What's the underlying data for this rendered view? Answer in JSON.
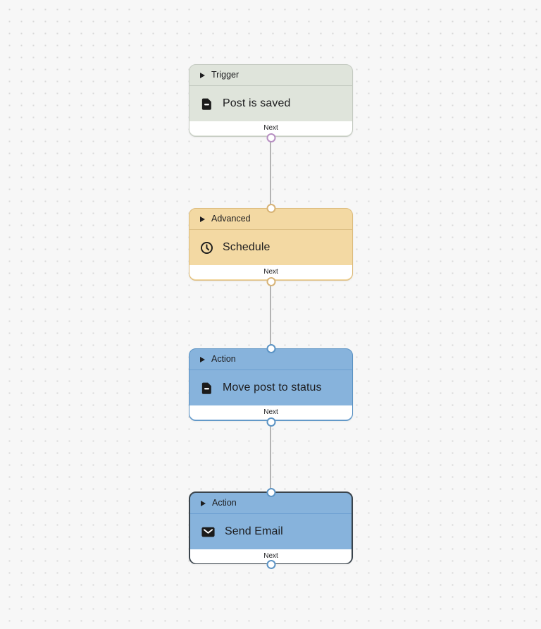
{
  "canvas": {
    "background": "#f7f7f7",
    "dot_color": "#d9d9d9",
    "edge_color": "#b3b3b3"
  },
  "nodes": [
    {
      "category": "Trigger",
      "label": "Post is saved",
      "icon": "document-icon",
      "footer_label": "Next",
      "selected": false,
      "has_input_port": false,
      "colors": {
        "bg": "#dfe4db",
        "border": "#c5cbc2",
        "divider": "#c2c8bf",
        "port": "#b78fc2"
      }
    },
    {
      "category": "Advanced",
      "label": "Schedule",
      "icon": "clock-icon",
      "footer_label": "Next",
      "selected": false,
      "has_input_port": true,
      "colors": {
        "bg": "#f3d9a3",
        "border": "#ddbc7d",
        "divider": "#ddc085",
        "port": "#d7b376"
      }
    },
    {
      "category": "Action",
      "label": "Move post to status",
      "icon": "document-icon",
      "footer_label": "Next",
      "selected": false,
      "has_input_port": true,
      "colors": {
        "bg": "#87b3dc",
        "border": "#5b93c4",
        "divider": "#6b9ed0",
        "port": "#5b93c4"
      }
    },
    {
      "category": "Action",
      "label": "Send Email",
      "icon": "envelope-icon",
      "footer_label": "Next",
      "selected": true,
      "has_input_port": true,
      "colors": {
        "bg": "#87b3dc",
        "border": "#3a444c",
        "divider": "#6b9ed0",
        "port": "#5b93c4"
      }
    }
  ],
  "edges": [
    {
      "from": "Post is saved",
      "to": "Schedule"
    },
    {
      "from": "Schedule",
      "to": "Move post to status"
    },
    {
      "from": "Move post to status",
      "to": "Send Email"
    }
  ]
}
